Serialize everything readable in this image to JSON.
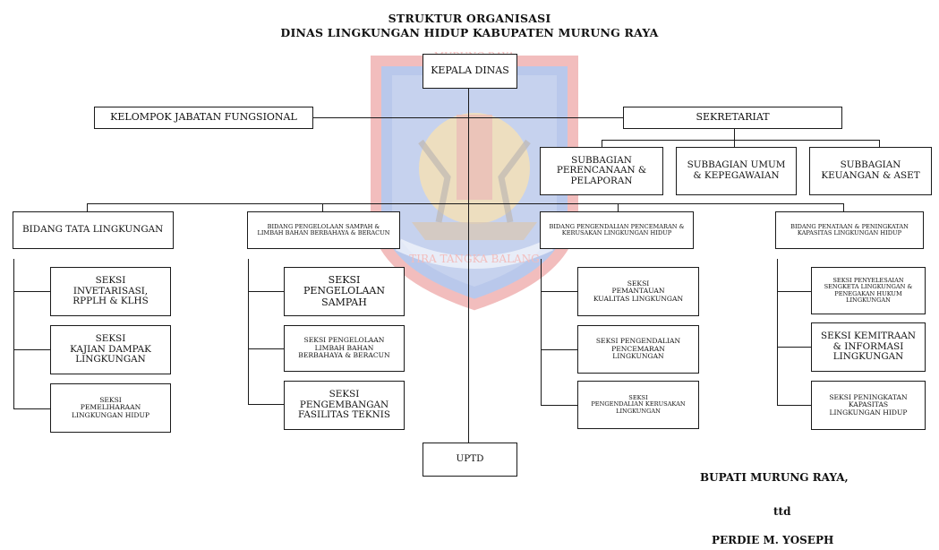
{
  "title": {
    "line1": "STRUKTUR ORGANISASI",
    "line2": "DINAS LINGKUNGAN HIDUP KABUPATEN MURUNG RAYA"
  },
  "watermark": {
    "top_text": "MURUNG RAYA",
    "motto": "TIRA TANGKA BALANG",
    "colors": {
      "shield": "#2f5cc4",
      "border": "#d83a3a",
      "gold": "#e0a526"
    }
  },
  "kepala": "KEPALA DINAS",
  "kelompok": "KELOMPOK JABATAN FUNGSIONAL",
  "sekretariat": "SEKRETARIAT",
  "subbagian": [
    "SUBBAGIAN\nPERENCANAAN &\nPELAPORAN",
    "SUBBAGIAN UMUM\n& KEPEGAWAIAN",
    "SUBBAGIAN\nKEUANGAN & ASET"
  ],
  "bidang": [
    {
      "name": "BIDANG TATA LINGKUNGAN",
      "seksi": [
        "SEKSI\nINVETARISASI,\nRPPLH & KLHS",
        "SEKSI\nKAJIAN DAMPAK\nLINGKUNGAN",
        "SEKSI\nPEMELIHARAAN\nLINGKUNGAN HIDUP"
      ]
    },
    {
      "name": "BIDANG PENGELOLAAN SAMPAH &\nLIMBAH BAHAN BERBAHAYA & BERACUN",
      "seksi": [
        "SEKSI\nPENGELOLAAN\nSAMPAH",
        "SEKSI PENGELOLAAN\nLIMBAH BAHAN\nBERBAHAYA & BERACUN",
        "SEKSI\nPENGEMBANGAN\nFASILITAS TEKNIS"
      ]
    },
    {
      "name": "BIDANG PENGENDALIAN PENCEMARAN &\nKERUSAKAN LINGKUNGAN HIDUP",
      "seksi": [
        "SEKSI\nPEMANTAUAN\nKUALITAS LINGKUNGAN",
        "SEKSI PENGENDALIAN\nPENCEMARAN\nLINGKUNGAN",
        "SEKSI\nPENGENDALIAN KERUSAKAN\nLINGKUNGAN"
      ]
    },
    {
      "name": "BIDANG PENATAAN & PENINGKATAN\nKAPASITAS LINGKUNGAN HIDUP",
      "seksi": [
        "SEKSI PENYELESAIAN\nSENGKETA LINGKUNGAN &\nPENEGAKAN HUKUM\nLINGKUNGAN",
        "SEKSI KEMITRAAN\n& INFORMASI\nLINGKUNGAN",
        "SEKSI PENINGKATAN\nKAPASITAS\nLINGKUNGAN HIDUP"
      ]
    }
  ],
  "uptd": "UPTD",
  "signature": {
    "position": "BUPATI MURUNG RAYA,",
    "ttd": "ttd",
    "name": "PERDIE M. YOSEPH"
  }
}
